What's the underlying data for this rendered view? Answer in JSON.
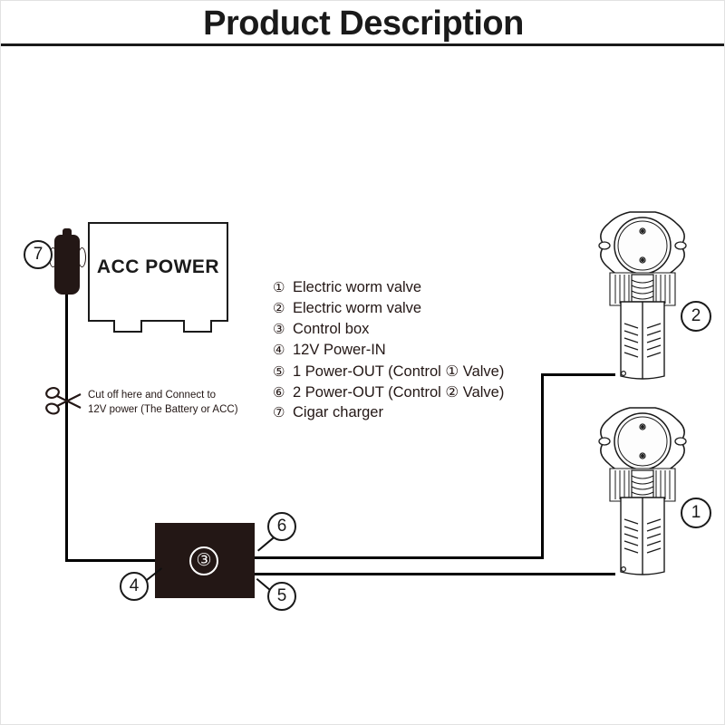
{
  "page": {
    "title": "Product Description",
    "background_color": "#ffffff",
    "ink_color": "#1a1a1a",
    "dark_part_color": "#231715"
  },
  "acc_power": {
    "label": "ACC POWER"
  },
  "cut_note": {
    "line1": "Cut off here and Connect to",
    "line2": "12V power (The Battery or ACC)",
    "icon": "scissors-icon"
  },
  "control_box": {
    "badge": "③"
  },
  "legend": {
    "items": [
      {
        "num": "①",
        "text": "Electric worm valve"
      },
      {
        "num": "②",
        "text": "Electric worm valve"
      },
      {
        "num": "③",
        "text": "Control box"
      },
      {
        "num": "④",
        "text": "12V Power-IN"
      },
      {
        "num": "⑤",
        "text": "1 Power-OUT (Control ① Valve)"
      },
      {
        "num": "⑥",
        "text": "2 Power-OUT (Control ② Valve)"
      },
      {
        "num": "⑦",
        "text": "Cigar charger"
      }
    ]
  },
  "callouts": {
    "plug": "7",
    "power_in": "4",
    "power_out_1": "5",
    "power_out_2": "6",
    "valve_top": "2",
    "valve_bottom": "1"
  }
}
